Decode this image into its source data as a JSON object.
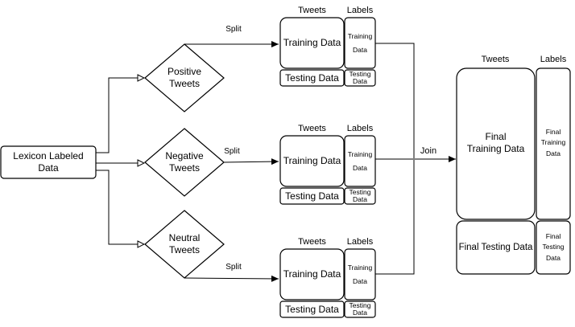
{
  "source": {
    "line1": "Lexicon Labeled",
    "line2": "Data"
  },
  "decisions": [
    {
      "line1": "Positive",
      "line2": "Tweets"
    },
    {
      "line1": "Negative",
      "line2": "Tweets"
    },
    {
      "line1": "Neutral",
      "line2": "Tweets"
    }
  ],
  "split_label": "Split",
  "join_label": "Join",
  "headers": {
    "tweets": "Tweets",
    "labels": "Labels"
  },
  "group": {
    "training_data": "Training Data",
    "testing_data": "Testing Data",
    "label_training": {
      "line1": "Training",
      "line2": "Data"
    },
    "label_testing": {
      "line1": "Testing",
      "line2": "Data"
    }
  },
  "final": {
    "training": {
      "line1": "Final",
      "line2": "Training Data"
    },
    "testing": "Final Testing Data",
    "label_training": {
      "line1": "Final",
      "line2": "Training",
      "line3": "Data"
    },
    "label_testing": {
      "line1": "Final",
      "line2": "Testing",
      "line3": "Data"
    }
  }
}
